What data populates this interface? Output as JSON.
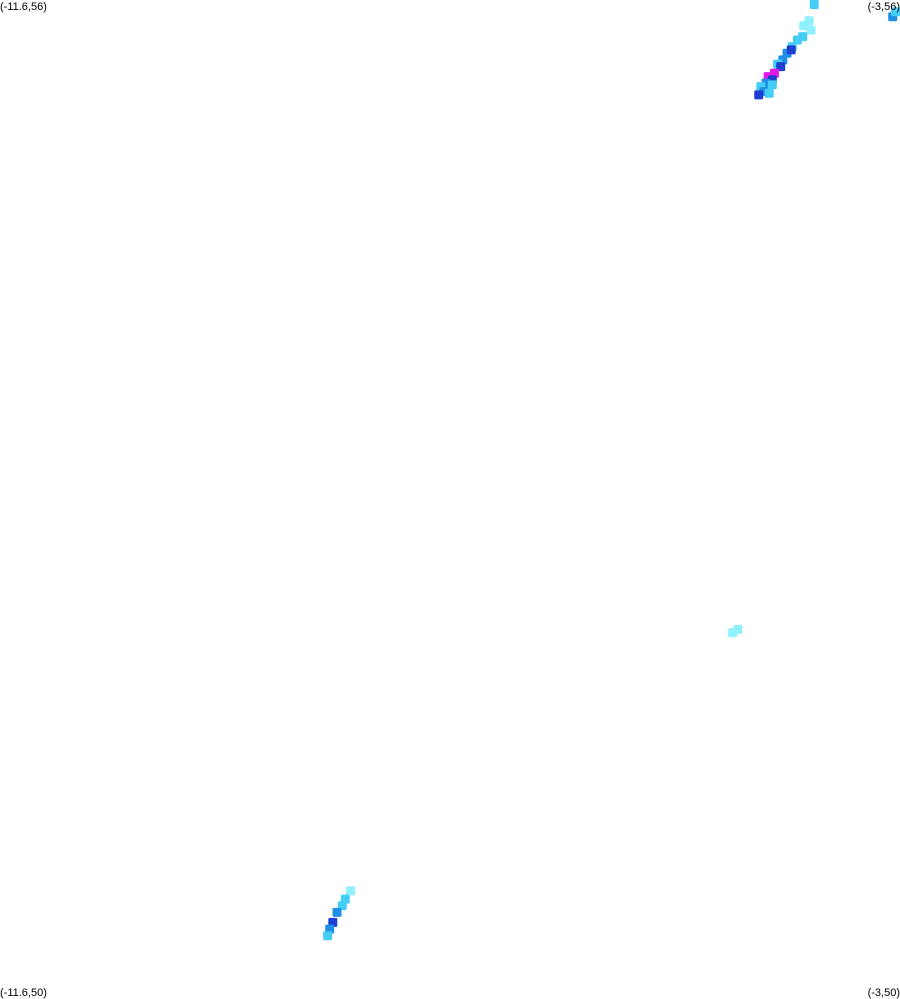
{
  "corners": {
    "top_left": "(-11.6,56)",
    "top_right": "(-3,56)",
    "bottom_left": "(-11.6,50)",
    "bottom_right": "(-3,50)"
  },
  "extent": {
    "lon_min": -11.6,
    "lon_max": -3,
    "lat_min": 50,
    "lat_max": 56
  },
  "colors": {
    "background": "#ffffff",
    "level_1": "#8ff0ff",
    "level_2": "#45cdf5",
    "level_3": "#1f8fe6",
    "level_4": "#1e3fd2",
    "level_5": "#e419e6"
  },
  "cells": [
    {
      "lon": -3.82,
      "lat": 55.975,
      "level": 2
    },
    {
      "lon": -3.07,
      "lat": 55.9,
      "level": 3
    },
    {
      "lon": -3.03,
      "lat": 55.93,
      "level": 2
    },
    {
      "lon": -3.87,
      "lat": 55.875,
      "level": 1
    },
    {
      "lon": -3.92,
      "lat": 55.845,
      "level": 1
    },
    {
      "lon": -3.85,
      "lat": 55.82,
      "level": 1
    },
    {
      "lon": -3.93,
      "lat": 55.78,
      "level": 2
    },
    {
      "lon": -3.98,
      "lat": 55.76,
      "level": 2
    },
    {
      "lon": -4.03,
      "lat": 55.72,
      "level": 2
    },
    {
      "lon": -4.08,
      "lat": 55.68,
      "level": 3
    },
    {
      "lon": -4.04,
      "lat": 55.7,
      "level": 4
    },
    {
      "lon": -4.12,
      "lat": 55.64,
      "level": 3
    },
    {
      "lon": -4.17,
      "lat": 55.615,
      "level": 2
    },
    {
      "lon": -4.14,
      "lat": 55.6,
      "level": 4
    },
    {
      "lon": -4.2,
      "lat": 55.56,
      "level": 5
    },
    {
      "lon": -4.26,
      "lat": 55.54,
      "level": 5
    },
    {
      "lon": -4.22,
      "lat": 55.52,
      "level": 4
    },
    {
      "lon": -4.28,
      "lat": 55.5,
      "level": 3
    },
    {
      "lon": -4.33,
      "lat": 55.48,
      "level": 2
    },
    {
      "lon": -4.3,
      "lat": 55.45,
      "level": 3
    },
    {
      "lon": -4.35,
      "lat": 55.43,
      "level": 4
    },
    {
      "lon": -4.25,
      "lat": 55.44,
      "level": 2
    },
    {
      "lon": -4.22,
      "lat": 55.49,
      "level": 2
    },
    {
      "lon": -4.6,
      "lat": 52.2,
      "level": 1
    },
    {
      "lon": -4.55,
      "lat": 52.22,
      "level": 1
    },
    {
      "lon": -8.25,
      "lat": 50.65,
      "level": 1
    },
    {
      "lon": -8.3,
      "lat": 50.6,
      "level": 2
    },
    {
      "lon": -8.33,
      "lat": 50.56,
      "level": 2
    },
    {
      "lon": -8.38,
      "lat": 50.52,
      "level": 3
    },
    {
      "lon": -8.42,
      "lat": 50.46,
      "level": 4
    },
    {
      "lon": -8.45,
      "lat": 50.42,
      "level": 3
    },
    {
      "lon": -8.47,
      "lat": 50.38,
      "level": 2
    }
  ]
}
